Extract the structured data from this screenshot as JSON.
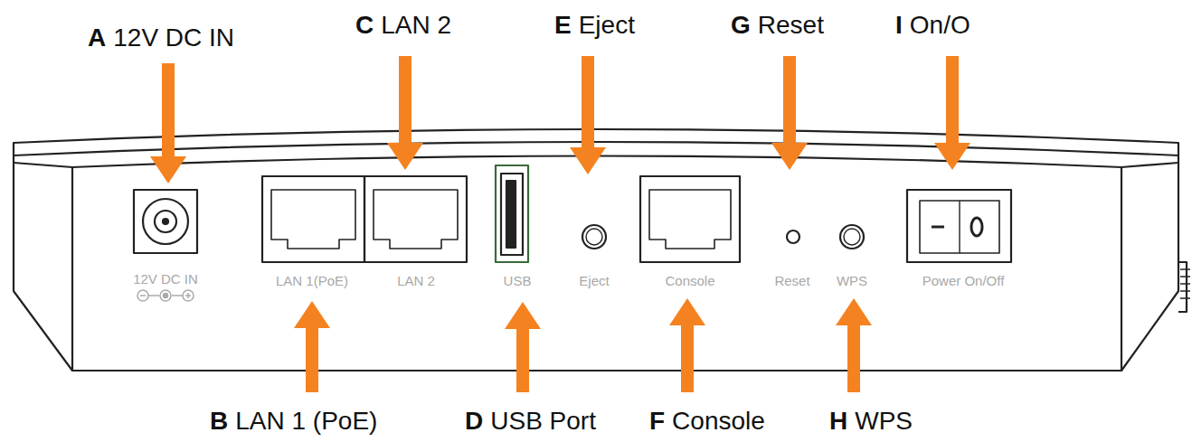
{
  "diagram": {
    "labels": [
      "A",
      "12V DC IN",
      "C",
      "LAN 2",
      "E",
      "Eject",
      "G",
      "Reset",
      "I",
      "On/O",
      "B",
      "LAN 1 (PoE)",
      "D",
      "USB Port",
      "F",
      "Console",
      "H",
      "WPS",
      "12V DC IN",
      "LAN 1(PoE)",
      "LAN 2",
      "USB",
      "Eject",
      "Console",
      "Reset",
      "WPS",
      "Power On/Off"
    ]
  }
}
